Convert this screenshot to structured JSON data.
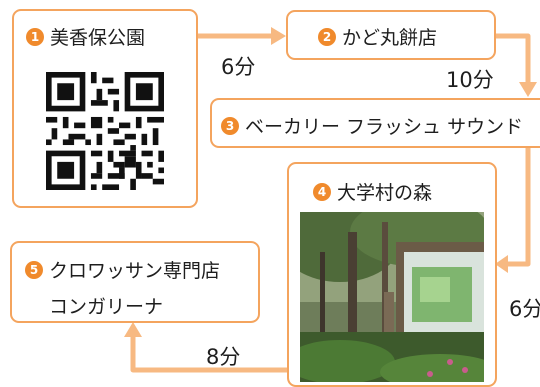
{
  "stops": [
    {
      "num": "1",
      "name": "美香保公園"
    },
    {
      "num": "2",
      "name": "かど丸餅店"
    },
    {
      "num": "3",
      "name": "ベーカリー フラッシュ サウンド"
    },
    {
      "num": "4",
      "name": "大学村の森"
    },
    {
      "num": "5",
      "name": "クロワッサン専門店",
      "name2": "コンガリーナ"
    }
  ],
  "times": {
    "t12": "6分",
    "t23": "10分",
    "t34": "6分",
    "t45": "8分"
  },
  "icons": [
    "qr-code-icon",
    "forest-photo"
  ],
  "colors": {
    "accent": "#f08a2c",
    "border": "#f4a45e",
    "arrow": "#f7b982"
  }
}
